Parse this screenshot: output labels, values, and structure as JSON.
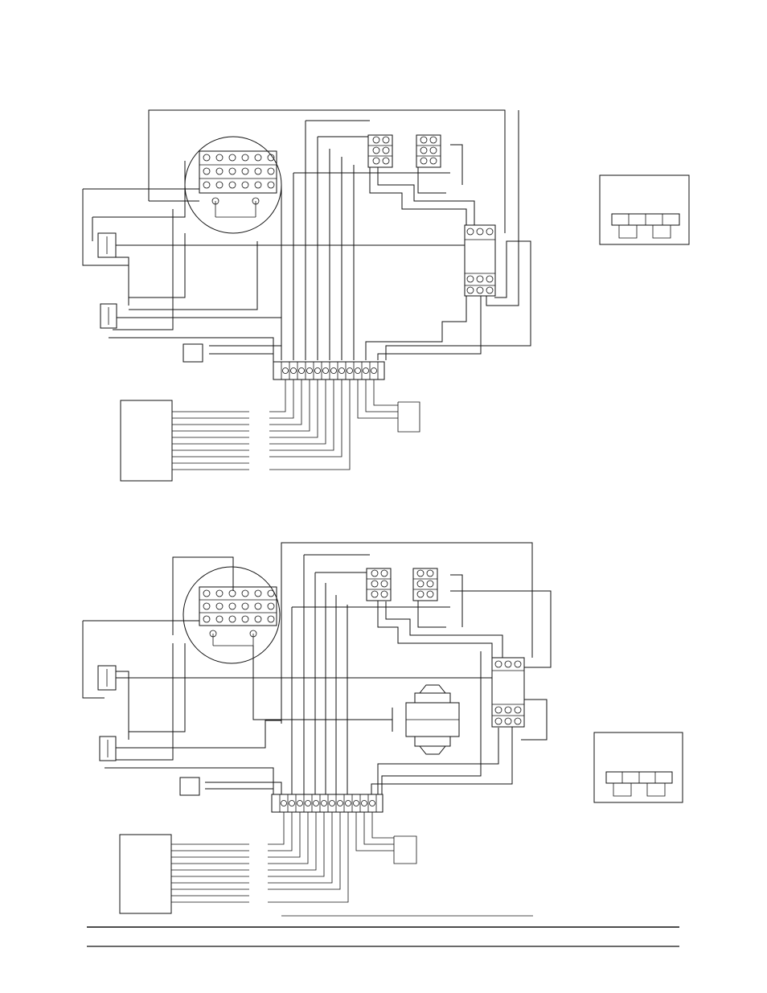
{
  "page": {
    "background": "#ffffff",
    "line_color": "#111111"
  },
  "diagrams": [
    {
      "name": "upper-wiring-diagram",
      "has_transformer": false,
      "terminal_block_positions": 13,
      "relay_count": 2,
      "contactor_count": 1,
      "jumper_box_links": 2
    },
    {
      "name": "lower-wiring-diagram",
      "has_transformer": true,
      "terminal_block_positions": 13,
      "relay_count": 2,
      "contactor_count": 1,
      "jumper_box_links": 2
    }
  ],
  "footer": {
    "rules": 2
  }
}
